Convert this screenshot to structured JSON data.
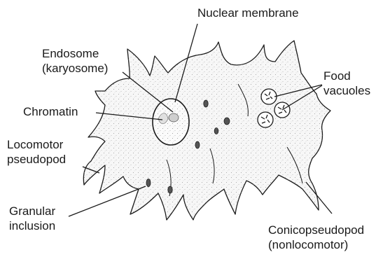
{
  "labels": {
    "nuclear_membrane": "Nuclear membrane",
    "endosome": [
      "Endosome",
      "(karyosome)"
    ],
    "chromatin": "Chromatin",
    "food_vacuoles": [
      "Food",
      "vacuoles"
    ],
    "locomotor_pseudopod": [
      "Locomotor",
      "pseudopod"
    ],
    "granular_inclusion": [
      "Granular",
      "inclusion"
    ],
    "conicopseudopod": [
      "Conicopseudopod",
      "(nonlocomotor)"
    ]
  },
  "colors": {
    "ink": "#1a1a1a",
    "cell_fill": "#f7f7f7",
    "stipple": "#8c8c8c",
    "background": "#ffffff"
  }
}
